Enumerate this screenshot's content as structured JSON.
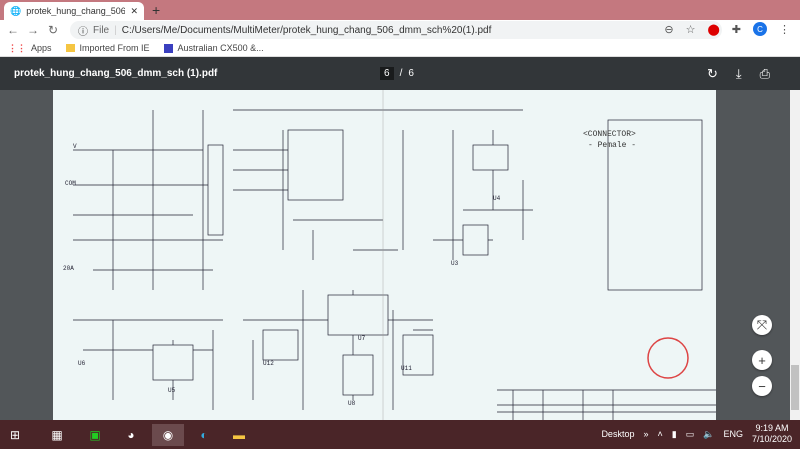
{
  "browser": {
    "tab_title": "protek_hung_chang_506_dmm_s",
    "url_scheme": "File",
    "url": "C:/Users/Me/Documents/MultiMeter/protek_hung_chang_506_dmm_sch%20(1).pdf",
    "profile_initial": "C",
    "bookmarks": [
      {
        "label": "Apps",
        "icon": "apps-grid-icon"
      },
      {
        "label": "Imported From IE",
        "icon": "folder-icon"
      },
      {
        "label": "Australian CX500 &...",
        "icon": "site-favicon"
      }
    ]
  },
  "pdf": {
    "filename": "protek_hung_chang_506_dmm_sch (1).pdf",
    "current_page": "6",
    "separator": "/",
    "total_pages": "6",
    "schematic": {
      "connector_title": "<CONNECTOR>",
      "connector_subtitle": "- Pemale -",
      "labels": [
        "U4",
        "U3",
        "U6",
        "U5",
        "U7",
        "U8",
        "U11",
        "U12",
        "COM",
        "20A",
        "V"
      ]
    }
  },
  "taskbar": {
    "desktop_label": "Desktop",
    "language": "ENG",
    "time": "9:19 AM",
    "date": "7/10/2020"
  }
}
